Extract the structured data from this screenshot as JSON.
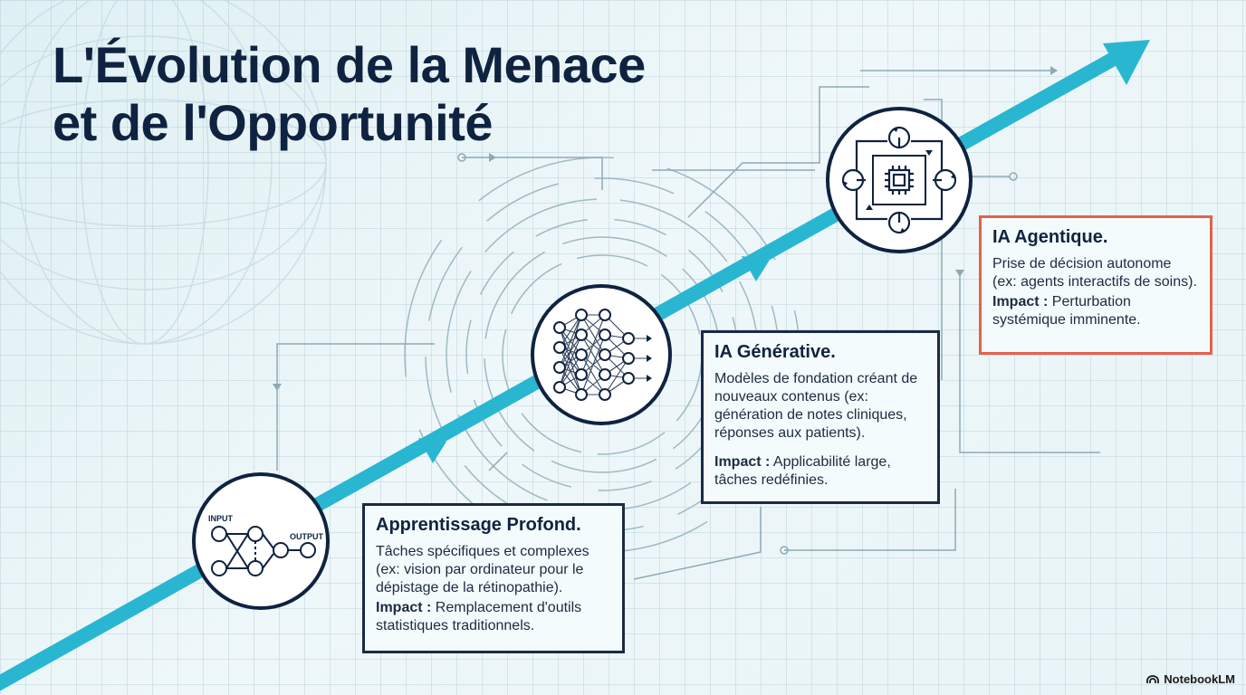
{
  "title": {
    "line1": "L'Évolution de la Menace",
    "line2": "et de l'Opportunité"
  },
  "stages": [
    {
      "heading": "Apprentissage Profond.",
      "desc": "Tâches spécifiques et complexes (ex: vision par ordinateur pour le dépistage de la rétinopathie).",
      "impact_label": "Impact :",
      "impact_text": " Remplacement d'outils statistiques traditionnels.",
      "icon": "simple-neural-network-icon",
      "icon_labels": {
        "input": "INPUT",
        "output": "OUTPUT"
      }
    },
    {
      "heading": "IA Générative.",
      "desc": "Modèles de fondation créant de nouveaux contenus (ex: génération de notes cliniques, réponses aux patients).",
      "impact_label": "Impact :",
      "impact_text": " Applicabilité large, tâches redéfinies.",
      "icon": "deep-neural-network-icon"
    },
    {
      "heading": "IA Agentique.",
      "desc": "Prise de décision autonome (ex: agents interactifs de soins).",
      "impact_label": "Impact :",
      "impact_text": " Perturbation systémique imminente.",
      "icon": "chip-cycle-icon"
    }
  ],
  "brand": "NotebookLM",
  "colors": {
    "arrow": "#29b6d1",
    "dark": "#0f2340",
    "agentic_border": "#e5604d"
  }
}
